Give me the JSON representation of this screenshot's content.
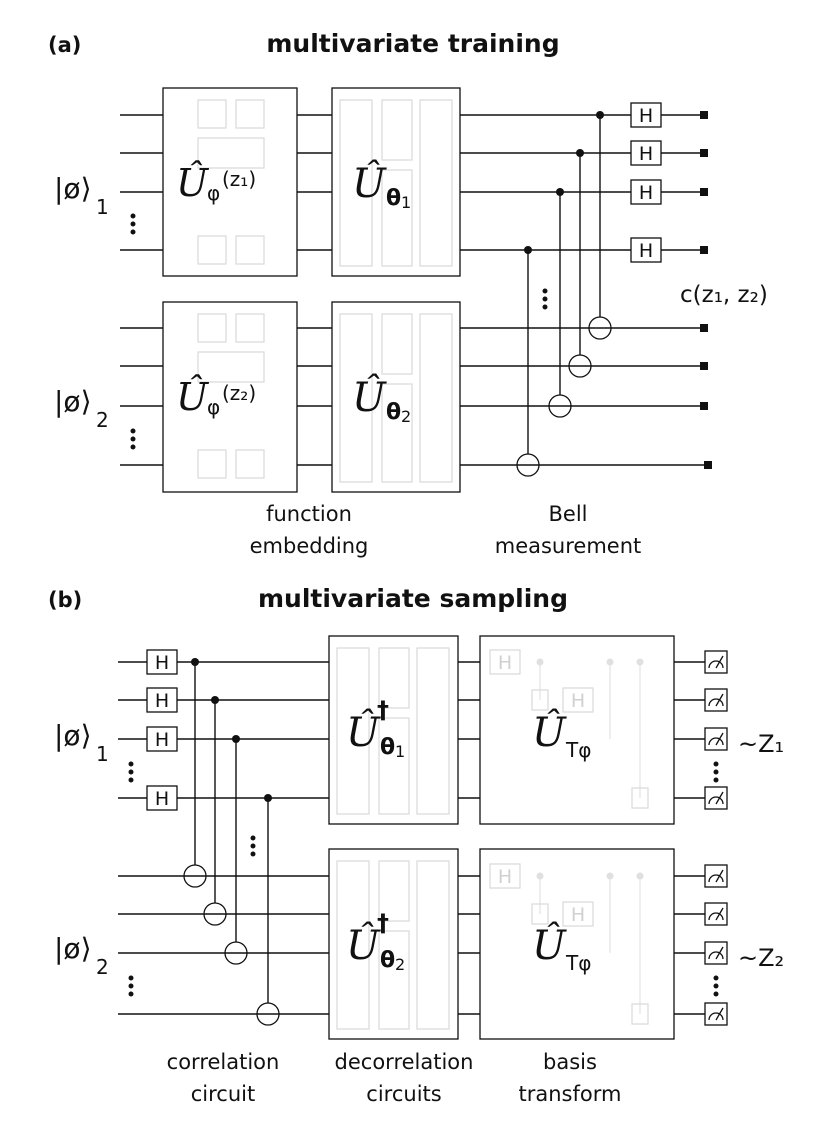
{
  "panel_a": {
    "label": "(a)",
    "title": "multivariate training",
    "register1": {
      "ket": "|ø⟩",
      "sub": "1"
    },
    "register2": {
      "ket": "|ø⟩",
      "sub": "2"
    },
    "embed1": {
      "op": "Û",
      "sub": "φ",
      "arg": "(z₁)"
    },
    "embed2": {
      "op": "Û",
      "sub": "φ",
      "arg": "(z₂)"
    },
    "ansatz1": {
      "op": "Û",
      "sub": "θ",
      "index": "1"
    },
    "ansatz2": {
      "op": "Û",
      "sub": "θ",
      "index": "2"
    },
    "hadamard": "H",
    "cost": "c(z₁, z₂)",
    "label_embedding": [
      "function",
      "embedding"
    ],
    "label_bell": [
      "Bell",
      "measurement"
    ]
  },
  "panel_b": {
    "label": "(b)",
    "title": "multivariate sampling",
    "register1": {
      "ket": "|ø⟩",
      "sub": "1"
    },
    "register2": {
      "ket": "|ø⟩",
      "sub": "2"
    },
    "hadamard": "H",
    "decorr1": {
      "op": "Û",
      "dagger": "†",
      "sub": "θ",
      "index": "1"
    },
    "decorr2": {
      "op": "Û",
      "dagger": "†",
      "sub": "θ",
      "index": "2"
    },
    "basis1": {
      "op": "Û",
      "sub": "Tφ"
    },
    "basis2": {
      "op": "Û",
      "sub": "Tφ"
    },
    "out1": "~Z₁",
    "out2": "~Z₂",
    "label_correlation": [
      "correlation",
      "circuit"
    ],
    "label_decorrelation": [
      "decorrelation",
      "circuits"
    ],
    "label_basis": [
      "basis",
      "transform"
    ]
  }
}
